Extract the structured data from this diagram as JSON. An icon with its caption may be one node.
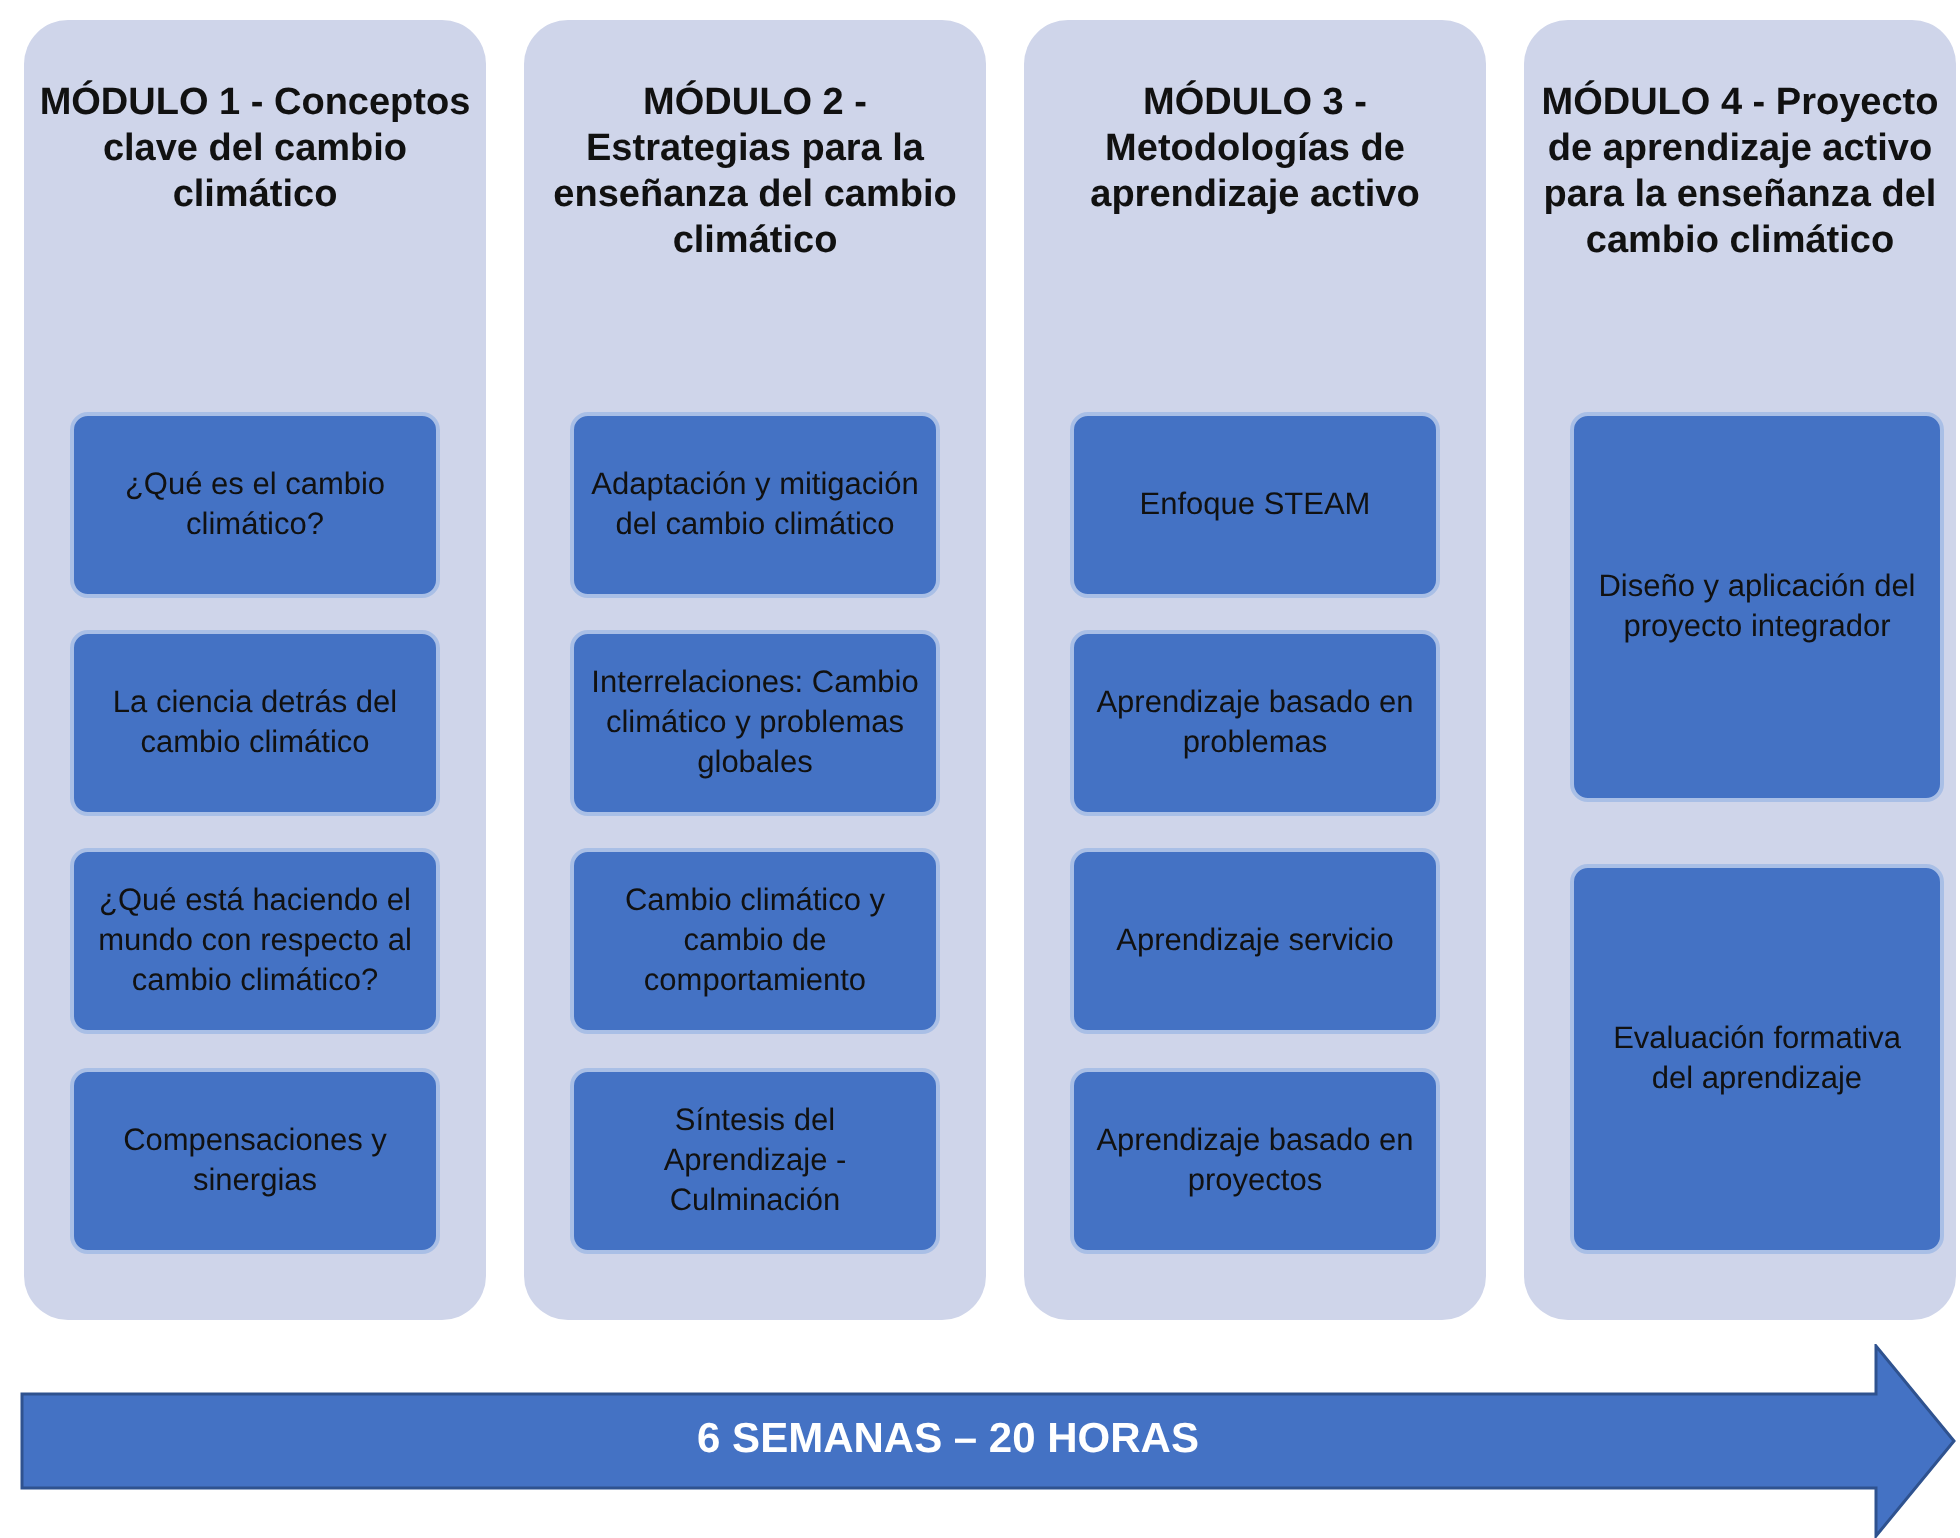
{
  "diagram": {
    "nodes": [
      {
        "text": [
          "MÓDULO 1 - Conceptos clave del cambio climático"
        ]
      },
      {
        "text": [
          "¿Qué es el cambio climático?"
        ],
        "in": 0
      },
      {
        "text": [
          "La ciencia detrás del cambio climático"
        ],
        "in": 0
      },
      {
        "text": [
          "¿Qué está haciendo el mundo con respecto al cambio climático?"
        ],
        "in": 0
      },
      {
        "text": [
          "Compensaciones y sinergias"
        ],
        "in": 0
      },
      {
        "text": [
          "MÓDULO 2 - Estrategias para la enseñanza del cambio climático"
        ]
      },
      {
        "text": [
          "Adaptación y mitigación del cambio climático"
        ],
        "in": 5
      },
      {
        "text": [
          "Interrelaciones: Cambio climático y problemas globales"
        ],
        "in": 5
      },
      {
        "text": [
          "Cambio climático y cambio de comportamiento"
        ],
        "in": 5
      },
      {
        "text": [
          "Síntesis del Aprendizaje - Culminación"
        ],
        "in": 5
      },
      {
        "text": [
          "MÓDULO 3 - Metodologías de aprendizaje activo"
        ]
      },
      {
        "text": [
          "Enfoque STEAM"
        ],
        "in": 10
      },
      {
        "text": [
          "Aprendizaje basado en problemas"
        ],
        "in": 10
      },
      {
        "text": [
          "Aprendizaje servicio"
        ],
        "in": 10
      },
      {
        "text": [
          "Aprendizaje basado en proyectos"
        ],
        "in": 10
      },
      {
        "text": [
          "MÓDULO 4 - Proyecto de aprendizaje activo para la enseñanza del cambio climático"
        ]
      },
      {
        "text": [
          "Diseño y aplicación del proyecto integrador"
        ],
        "in": 15
      },
      {
        "text": [
          "Evaluación formativa del aprendizaje"
        ],
        "in": 15
      },
      {
        "text": [
          "6 SEMANAS – 20 HORAS"
        ]
      }
    ]
  }
}
